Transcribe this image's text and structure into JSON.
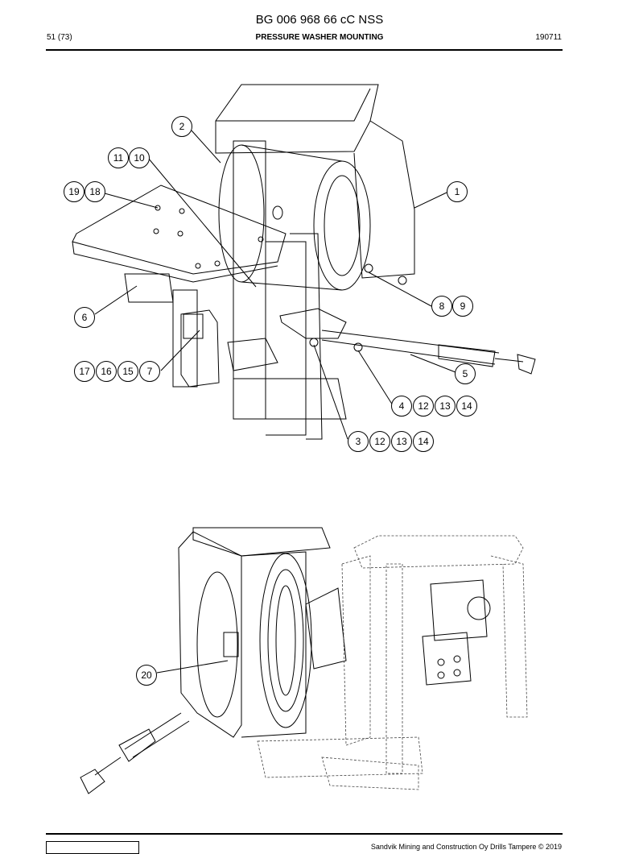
{
  "header": {
    "title": "BG 006 968 66 cC NSS",
    "page": "51 (73)",
    "section": "PRESSURE WASHER MOUNTING",
    "date": "190711"
  },
  "footer": {
    "copyright": "Sandvik Mining and Construction Oy Drills Tampere © 2019"
  },
  "callouts": [
    "1",
    "2",
    "3",
    "4",
    "5",
    "6",
    "7",
    "8",
    "9",
    "10",
    "11",
    "12",
    "13",
    "14",
    "15",
    "16",
    "17",
    "18",
    "19",
    "20"
  ]
}
